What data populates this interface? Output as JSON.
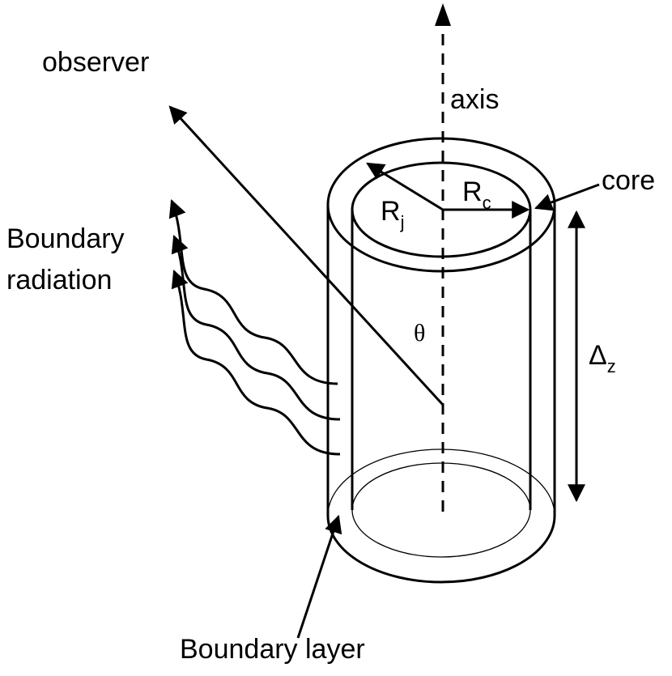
{
  "labels": {
    "observer": "observer",
    "axis": "axis",
    "core": "core",
    "boundary_radiation_line1": "Boundary",
    "boundary_radiation_line2": "radiation",
    "boundary_layer": "Boundary layer",
    "theta": "θ",
    "rj_main": "R",
    "rj_sub": "j",
    "rc_main": "R",
    "rc_sub": "c",
    "delta_main": "Δ",
    "delta_sub": "z"
  },
  "colors": {
    "stroke": "#000000",
    "background": "#ffffff"
  }
}
